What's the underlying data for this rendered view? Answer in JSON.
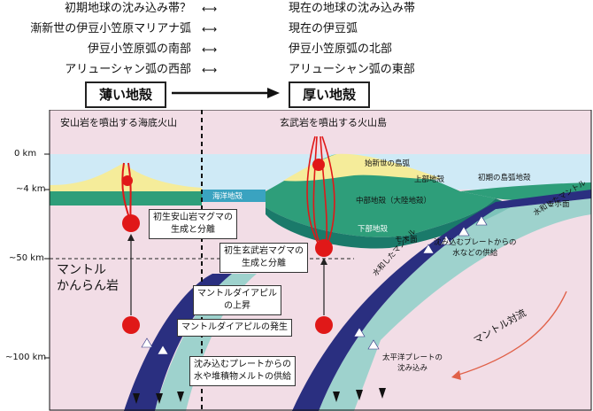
{
  "comparison_rows": [
    {
      "left": "初期地球の沈み込み帯？",
      "right": "現在の地球の沈み込み帯"
    },
    {
      "left": "漸新世の伊豆小笠原マリアナ弧",
      "right": "現在の伊豆弧"
    },
    {
      "left": "伊豆小笠原弧の南部",
      "right": "伊豆小笠原弧の北部"
    },
    {
      "left": "アリューシャン弧の西部",
      "right": "アリューシャン弧の東部"
    }
  ],
  "thin_crust": "薄い地殻",
  "thick_crust": "厚い地殻",
  "panel_left_title": "安山岩を噴出する海底火山",
  "panel_right_title": "玄武岩を噴出する火山島",
  "depths": [
    "0 km",
    "~4 km",
    "~50 km",
    "~100 km"
  ],
  "labels": {
    "oceanic_crust": "海洋地殻",
    "eocene_arc": "始新世の島弧",
    "upper_crust": "上部地殻",
    "middle_crust": "中部地殻（大陸地殻）",
    "lower_crust": "下部地殻",
    "initial_arc_crust": "初期の島弧地殻",
    "moho_left": "モホ面",
    "moho_right": "モホ面",
    "hydrated_mantle_left": "水和したマントル",
    "hydrated_mantle_right": "水和したマントル",
    "mantle_wedge": "マントル\nかんらん岩",
    "water_supply": "沈み込むプレートからの\n水などの供給",
    "mantle_convection": "マントル対流",
    "pacific_plate": "太平洋プレートの\n沈み込み"
  },
  "callouts": {
    "andesite_magma": "初生安山岩マグマの\n生成と分離",
    "basalt_magma": "初生玄武岩マグマの\n生成と分離",
    "diapir_rise": "マントルダイアピル\nの上昇",
    "diapir_origin": "マントルダイアピルの発生",
    "melt_supply": "沈み込むプレートからの\n水や堆積物メルトの供給"
  },
  "colors": {
    "mantle": "#f2dde6",
    "ocean": "#cfeaf6",
    "slab": "#2a2f80",
    "hydrated": "#8fd0c8",
    "crust_green": "#2e9e7a",
    "lower_crust": "#1a7a6a",
    "upper_crust": "#f5ec9a",
    "magma_red": "#e01818"
  }
}
